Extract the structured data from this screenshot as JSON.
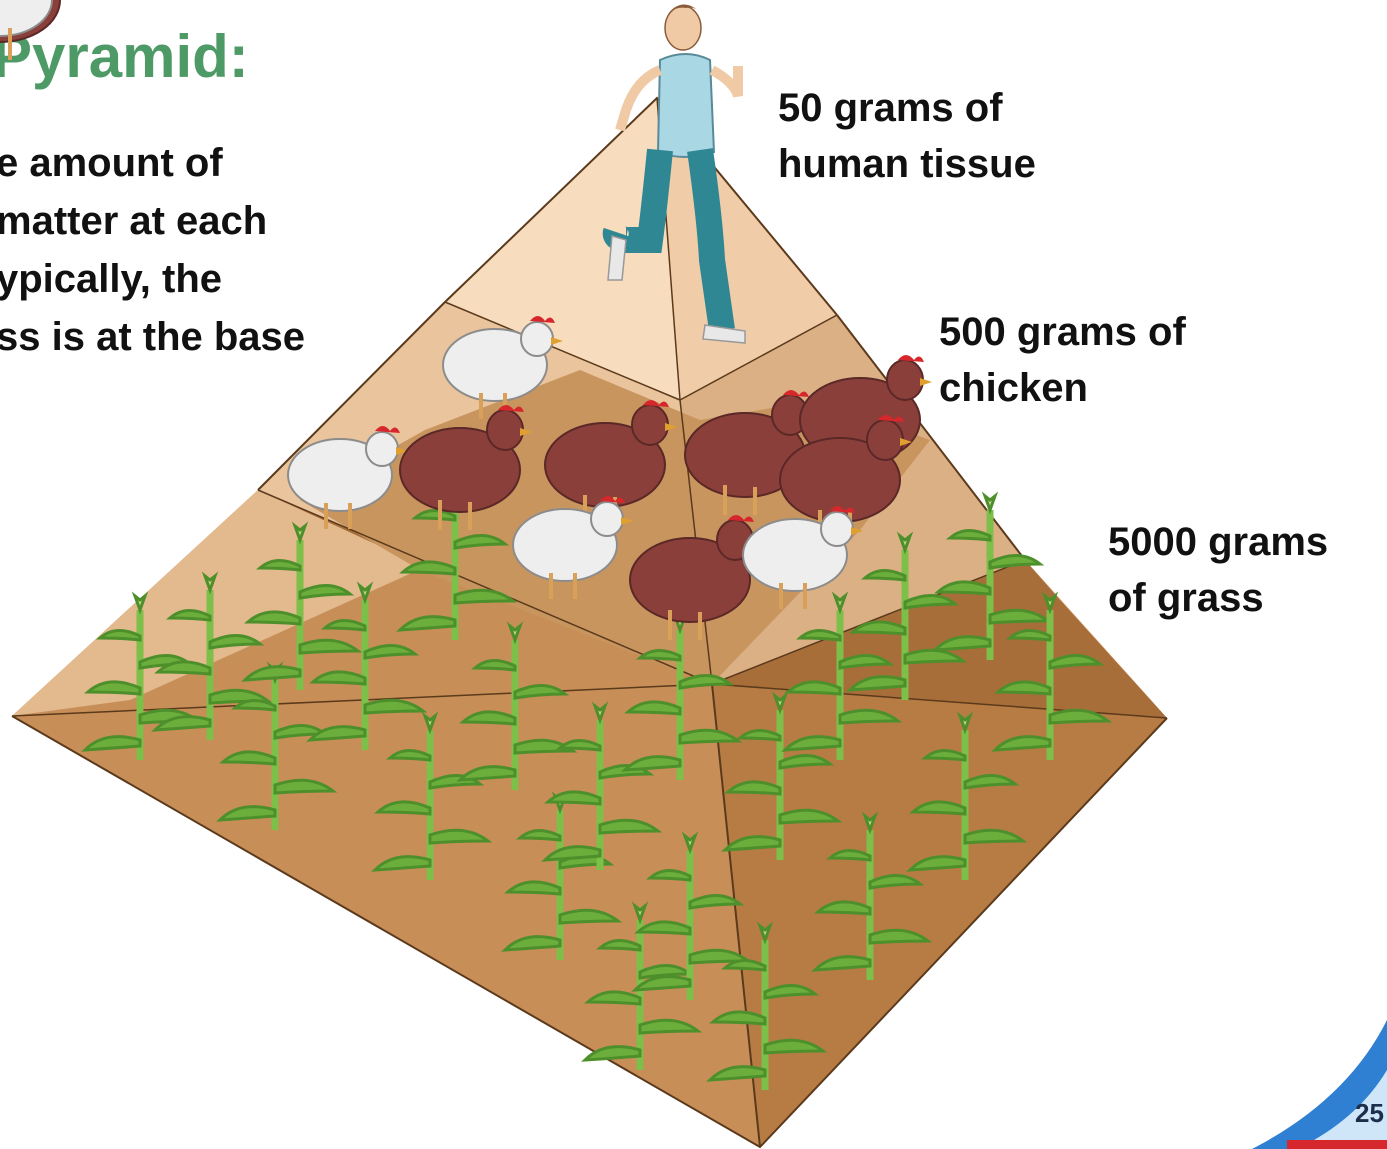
{
  "title": "Pyramid:",
  "description_lines": [
    "e amount of",
    "matter at each",
    "ypically, the",
    "ss is at the base"
  ],
  "levels": [
    {
      "label_line1": "50 grams of",
      "label_line2": "human tissue",
      "organism": "human"
    },
    {
      "label_line1": "500 grams of",
      "label_line2": "chicken",
      "organism": "chicken"
    },
    {
      "label_line1": "5000 grams",
      "label_line2": "of grass",
      "organism": "grass"
    }
  ],
  "slide_number": "25",
  "colors": {
    "title": "#4e9a67",
    "pyramid_light": "#f3d4b2",
    "pyramid_mid": "#d8a878",
    "pyramid_dark": "#b77c44",
    "plant": "#6cae3c",
    "chicken_brown": "#8a3f3a",
    "chicken_white": "#eeeeee",
    "runner_top": "#a9d7e4",
    "runner_pants": "#2f8794",
    "corner_swoosh": "#2f7fd3"
  }
}
